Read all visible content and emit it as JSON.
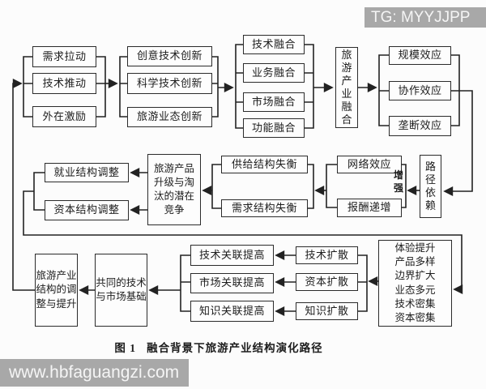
{
  "colors": {
    "line": "#222222",
    "box_border": "#2b2b2b",
    "box_bg": "#fdfdfd",
    "watermark_bg": "#a8a8a8",
    "watermark_text": "#f5f5f5"
  },
  "watermark_top": {
    "label": "TG: MYYJJPP"
  },
  "watermark_bottom": {
    "label": "www.hbfaguangzi.com"
  },
  "caption": "图 1   融合背景下旅游产业结构演化路径",
  "diagram": {
    "boxes": {
      "demand_pull": {
        "text": "需求拉动"
      },
      "tech_push": {
        "text": "技术推动"
      },
      "external_incentive": {
        "text": "外在激励"
      },
      "creative_tech_innovation": {
        "text": "创意技术创新"
      },
      "science_tech_innovation": {
        "text": "科学技术创新"
      },
      "tourism_format_innovation": {
        "text": "旅游业态创新"
      },
      "tech_fusion": {
        "text": "技术融合"
      },
      "business_fusion": {
        "text": "业务融合"
      },
      "market_fusion": {
        "text": "市场融合"
      },
      "function_fusion": {
        "text": "功能融合"
      },
      "tourism_industry_fusion": {
        "text": "旅\n游\n产\n业\n融\n合"
      },
      "scale_effect": {
        "text": "规模效应"
      },
      "collaboration_effect": {
        "text": "协作效应"
      },
      "monopoly_effect": {
        "text": "垄断效应"
      },
      "employment_adjust": {
        "text": "就业结构调整"
      },
      "capital_adjust": {
        "text": "资本结构调整"
      },
      "potential_competition": {
        "text": "旅游产品\n升级与淘\n汰的潜在\n竞争"
      },
      "supply_imbalance": {
        "text": "供给结构失衡"
      },
      "demand_imbalance": {
        "text": "需求结构失衡"
      },
      "network_effect": {
        "text": "网络效应"
      },
      "increasing_returns": {
        "text": "报酬递增"
      },
      "path_dependence": {
        "text": "路\n径\n依\n赖"
      },
      "structure_upgrade": {
        "text": "旅游产业\n结构的调\n整与提升"
      },
      "common_base": {
        "text": "共同的技术\n与市场基础"
      },
      "tech_linkage": {
        "text": "技术关联提高"
      },
      "market_linkage": {
        "text": "市场关联提高"
      },
      "knowledge_linkage": {
        "text": "知识关联提高"
      },
      "tech_diffusion": {
        "text": "技术扩散"
      },
      "capital_diffusion": {
        "text": "资本扩散"
      },
      "knowledge_diffusion": {
        "text": "知识扩散"
      },
      "fusion_outcomes": {
        "text": "体验提升\n产品多样\n边界扩大\n业态多元\n技术密集\n资本密集"
      }
    },
    "labels": {
      "enhance": {
        "text": "增\n强"
      }
    }
  }
}
